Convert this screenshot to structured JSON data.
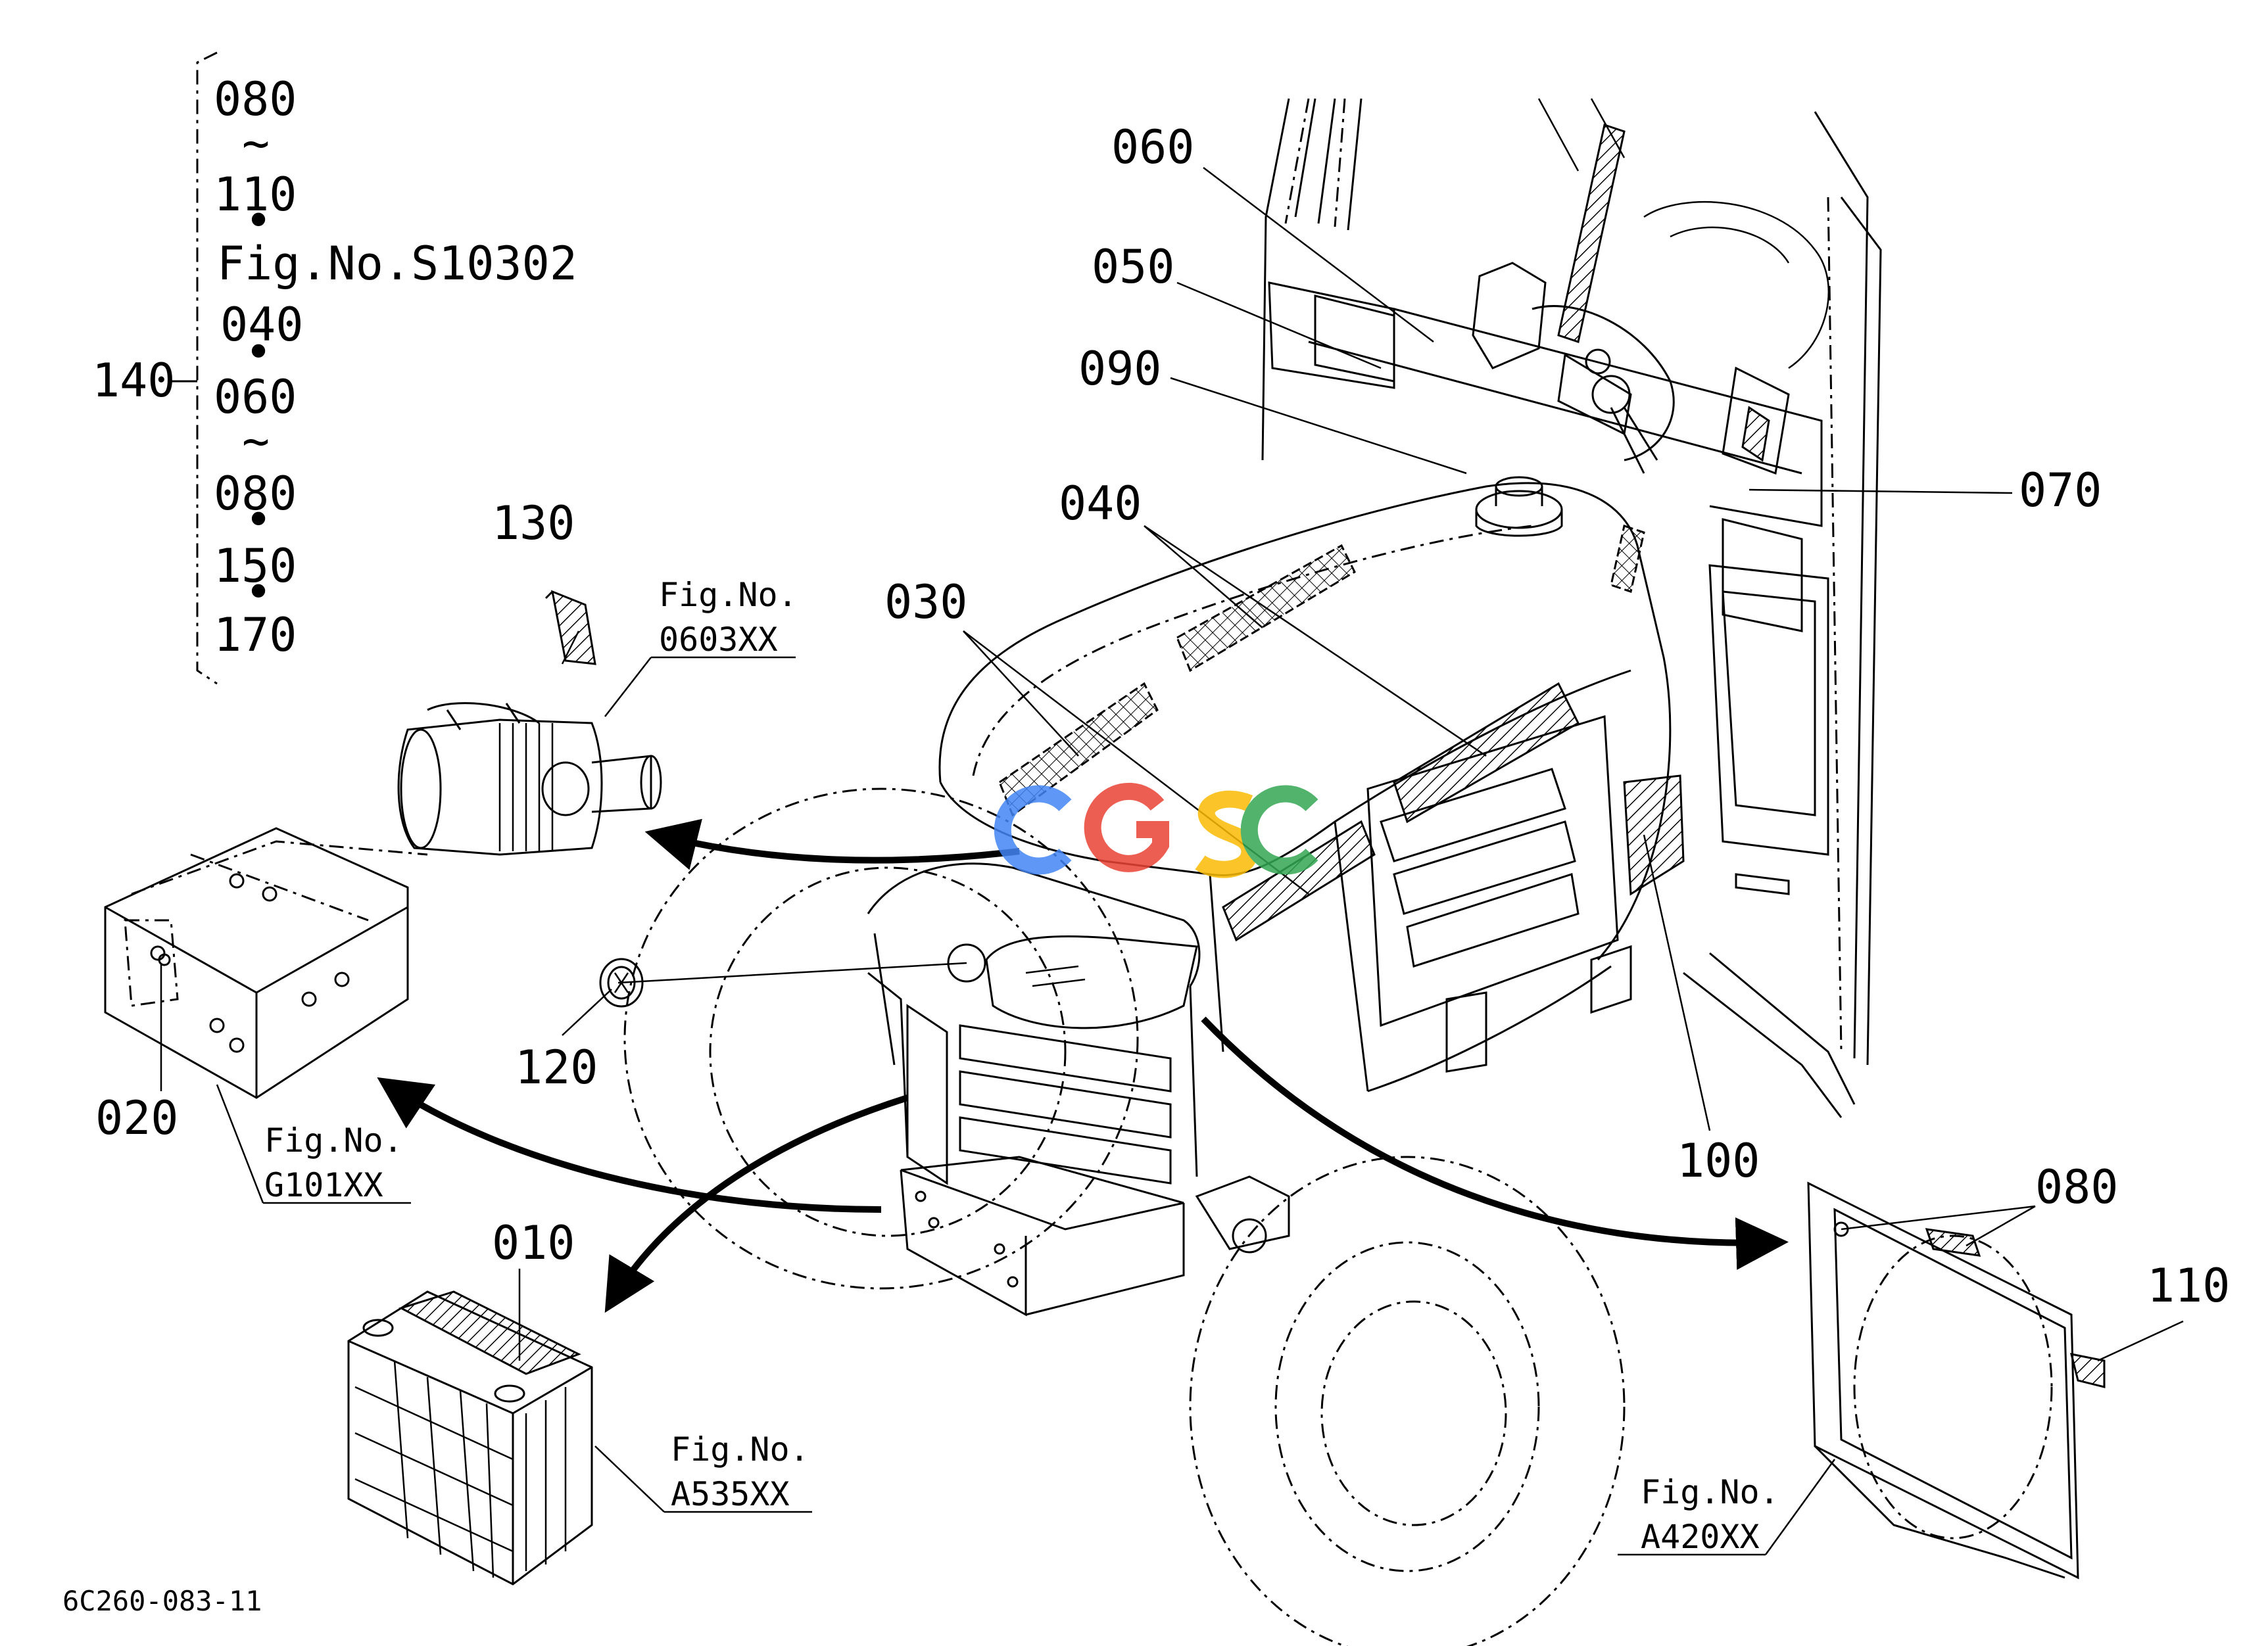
{
  "diagram": {
    "drawing_code": "6C260-083-11",
    "watermark": "CGSC",
    "watermark_colors": [
      "#4285F4",
      "#EA4335",
      "#FBBC05",
      "#34A853"
    ],
    "bracket": {
      "label": "140",
      "items": [
        "080",
        "~",
        "110",
        "•",
        "Fig.No.S10302",
        "040",
        "•",
        "060",
        "~",
        "080",
        "•",
        "150",
        "•",
        "170"
      ]
    },
    "callouts": {
      "c010": "010",
      "c020": "020",
      "c030": "030",
      "c040": "040",
      "c050": "050",
      "c060": "060",
      "c070": "070",
      "c080": "080",
      "c090": "090",
      "c100": "100",
      "c110": "110",
      "c120": "120",
      "c130": "130"
    },
    "figure_refs": {
      "air_cleaner": {
        "line1": "Fig.No.",
        "line2": "0603XX"
      },
      "frame": {
        "line1": "Fig.No.",
        "line2": "G101XX"
      },
      "battery": {
        "line1": "Fig.No.",
        "line2": "A535XX"
      },
      "shroud": {
        "line1": "Fig.No.",
        "line2": "A420XX"
      }
    }
  }
}
